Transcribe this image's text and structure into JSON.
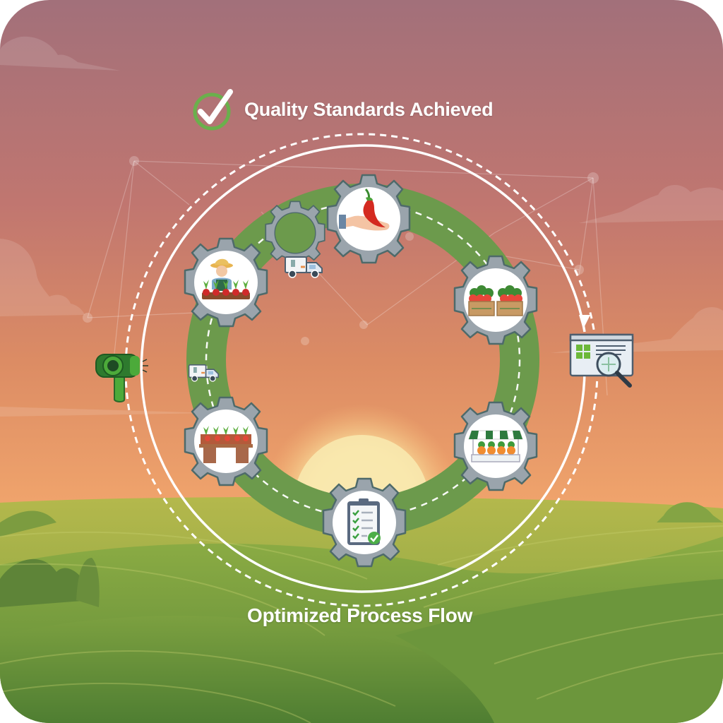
{
  "header": {
    "title": "Quality Standards Achieved",
    "badge_icon": "check-circle-icon"
  },
  "footer": {
    "title": "Optimized Process Flow"
  },
  "colors": {
    "sky_top": "#a2707a",
    "sky_mid": "#cc7e68",
    "sky_low": "#eea26c",
    "sun": "#f8e6a8",
    "ground_light": "#a8b448",
    "ground_dark": "#5c8a38",
    "ring_green": "#6c9a4c",
    "gear_gray": "#9aa4ac",
    "gear_outline": "#4e6a6a",
    "accent_green": "#6ab04c"
  },
  "cycle": {
    "stages": [
      {
        "id": "harvest",
        "icon": "chili-in-hand-icon",
        "label": "Produce handling"
      },
      {
        "id": "crates",
        "icon": "produce-crates-icon",
        "label": "Crated produce"
      },
      {
        "id": "market",
        "icon": "market-stall-icon",
        "label": "Market stall"
      },
      {
        "id": "inspection",
        "icon": "checklist-clipboard-icon",
        "label": "Quality checklist"
      },
      {
        "id": "sorting",
        "icon": "produce-table-icon",
        "label": "Sorting table"
      },
      {
        "id": "farming",
        "icon": "farmer-icon",
        "label": "Farmer with crops"
      }
    ],
    "connector_gear": "small-gear-icon",
    "transports": [
      "delivery-truck-icon",
      "delivery-truck-icon"
    ]
  },
  "side_icons": {
    "left": "barcode-scanner-icon",
    "right": "report-magnifier-icon"
  }
}
